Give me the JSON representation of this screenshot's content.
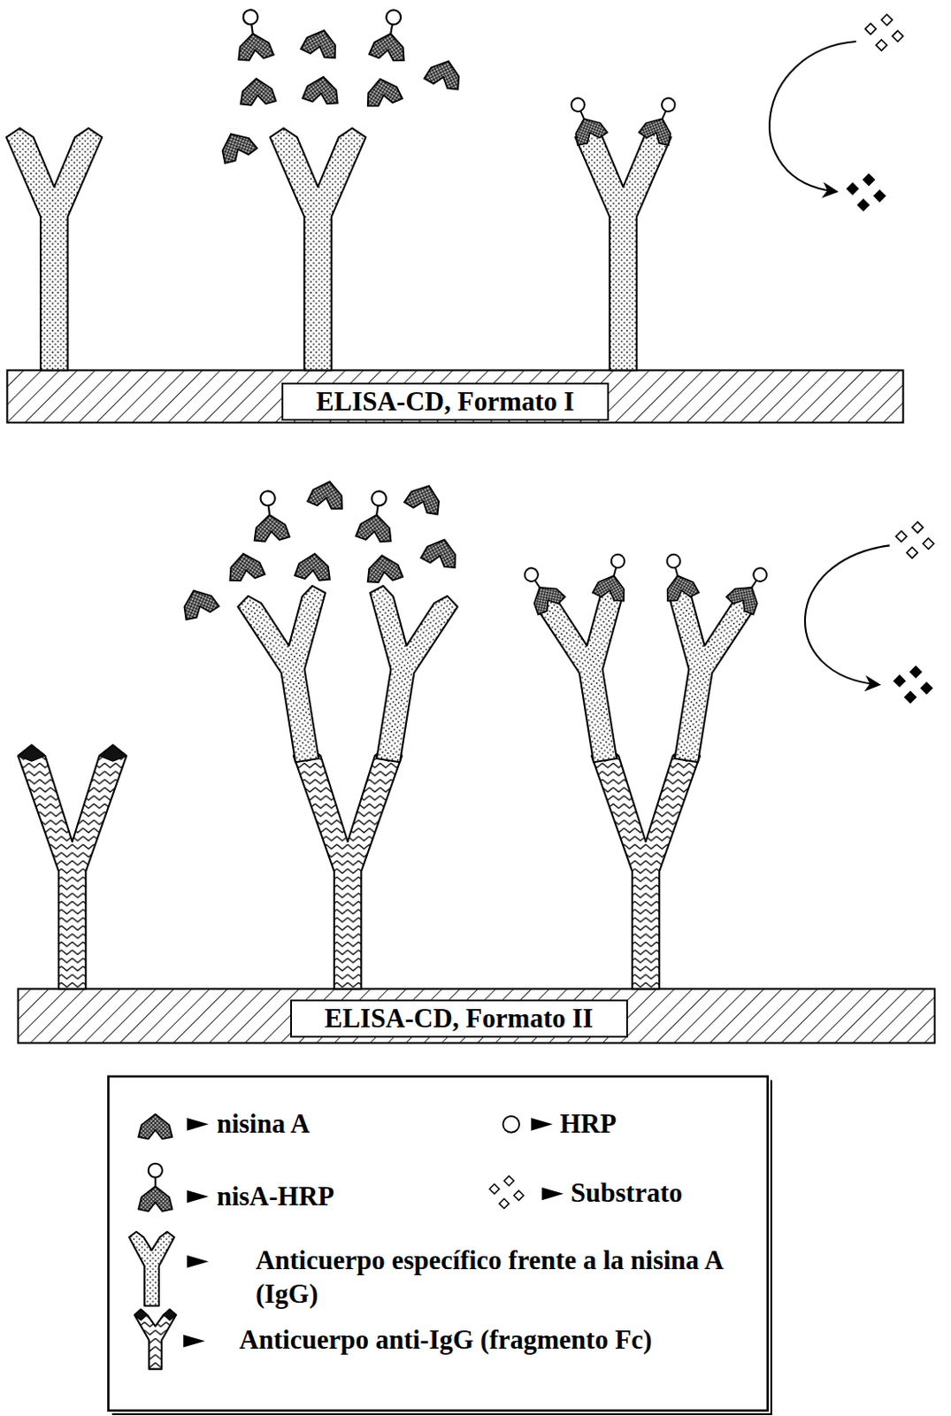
{
  "diagram": {
    "nodes": [
      {
        "text": [
          "ELISA-CD, Formato I"
        ]
      },
      {
        "text": [
          "ELISA-CD, Formato II"
        ]
      }
    ],
    "legend": [
      {
        "text": "nisina A"
      },
      {
        "text": "HRP"
      },
      {
        "text": "nisA-HRP"
      },
      {
        "text": "Substrato"
      },
      {
        "text": "Anticuerpo específico frente a la nisina A (IgG)"
      },
      {
        "text": "Anticuerpo anti-IgG (fragmento Fc)"
      }
    ]
  }
}
